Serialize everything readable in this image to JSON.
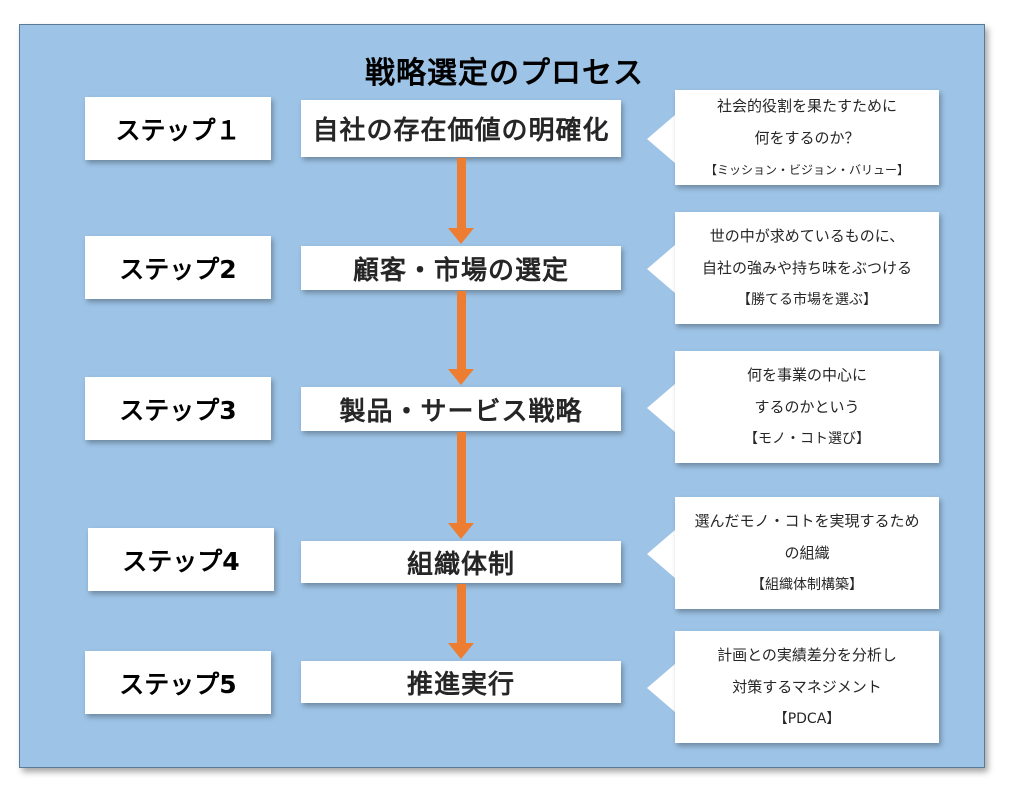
{
  "title": "戦略選定のプロセス",
  "steps": [
    {
      "step_label": "ステップ１",
      "main_label": "自社の存在価値の明確化",
      "note_lines": [
        "社会的役割を果たすために",
        "何をするのか？"
      ],
      "note_tag": "【ミッション・ビジョン・バリュー】"
    },
    {
      "step_label": "ステップ2",
      "main_label": "顧客・市場の選定",
      "note_lines": [
        "世の中が求めているものに、",
        "自社の強みや持ち味をぶつける"
      ],
      "note_tag": "【勝てる市場を選ぶ】"
    },
    {
      "step_label": "ステップ3",
      "main_label": "製品・サービス戦略",
      "note_lines": [
        "何を事業の中心に",
        "するのかという"
      ],
      "note_tag": "【モノ・コト選び】"
    },
    {
      "step_label": "ステップ4",
      "main_label": "組織体制",
      "note_lines": [
        "選んだモノ・コトを実現するため",
        "の組織"
      ],
      "note_tag": "【組織体制構築】"
    },
    {
      "step_label": "ステップ5",
      "main_label": "推進実行",
      "note_lines": [
        "計画との実績差分を分析し",
        "対策するマネジメント"
      ],
      "note_tag": "【PDCA】"
    }
  ]
}
